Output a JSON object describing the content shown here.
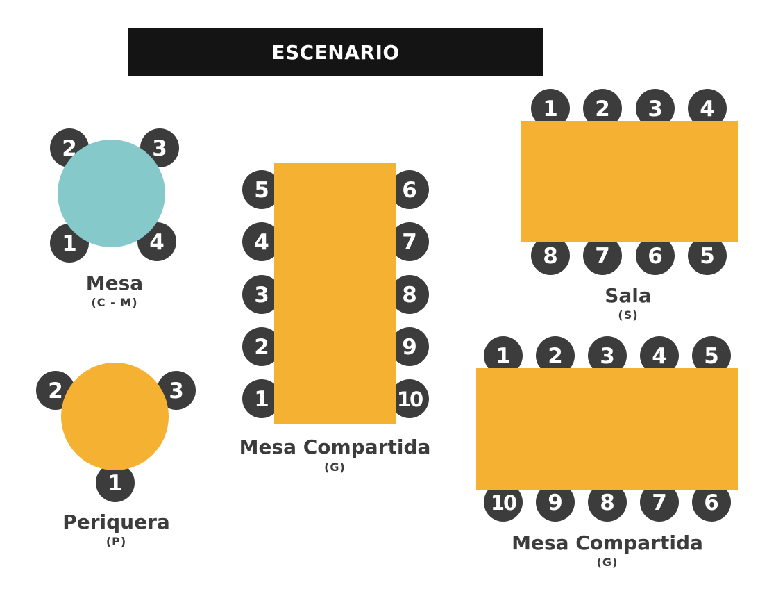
{
  "stage": {
    "label": "ESCENARIO"
  },
  "colors": {
    "teal": "#86c9cb",
    "orange": "#f5b131",
    "seat": "#3c3c3c",
    "stage": "#141414"
  },
  "mesa_cm": {
    "title": "Mesa",
    "code": "(C - M)",
    "seats": [
      "1",
      "2",
      "3",
      "4"
    ]
  },
  "periquera": {
    "title": "Periquera",
    "code": "(P)",
    "seats": [
      "1",
      "2",
      "3"
    ]
  },
  "compartida_vertical": {
    "title": "Mesa Compartida",
    "code": "(G)",
    "seats": [
      "1",
      "2",
      "3",
      "4",
      "5",
      "6",
      "7",
      "8",
      "9",
      "10"
    ]
  },
  "sala": {
    "title": "Sala",
    "code": "(S)",
    "seats": [
      "1",
      "2",
      "3",
      "4",
      "5",
      "6",
      "7",
      "8"
    ]
  },
  "compartida_horizontal": {
    "title": "Mesa Compartida",
    "code": "(G)",
    "seats": [
      "1",
      "2",
      "3",
      "4",
      "5",
      "6",
      "7",
      "8",
      "9",
      "10"
    ]
  }
}
